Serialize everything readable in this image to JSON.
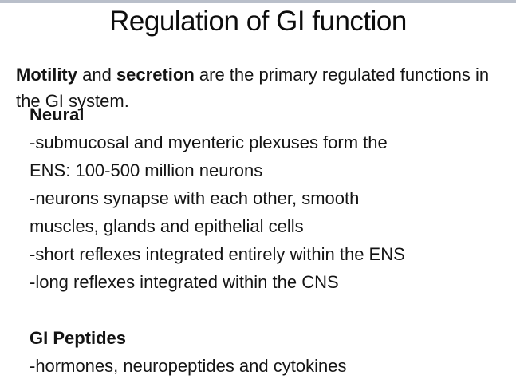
{
  "page": {
    "title": "Regulation of GI function"
  },
  "intro": {
    "bold1": "Motility",
    "mid": " and ",
    "bold2": "secretion",
    "rest": " are the primary regulated functions in the GI system."
  },
  "content": {
    "lines": [
      {
        "text": "Neural"
      },
      {
        "text": "-submucosal and myenteric plexuses form the"
      },
      {
        "text": "ENS: 100-500 million neurons"
      },
      {
        "text": "-neurons synapse with each other, smooth"
      },
      {
        "text": "muscles, glands and epithelial cells"
      },
      {
        "text": "-short reflexes integrated entirely within the ENS"
      },
      {
        "text": "-long reflexes integrated within the CNS"
      },
      {
        "text": ""
      },
      {
        "text": "GI Peptides"
      },
      {
        "text": "-hormones, neuropeptides and cytokines"
      }
    ]
  },
  "colors": {
    "top_strip": "#b9bfca",
    "text": "#141414",
    "background": "#ffffff"
  }
}
